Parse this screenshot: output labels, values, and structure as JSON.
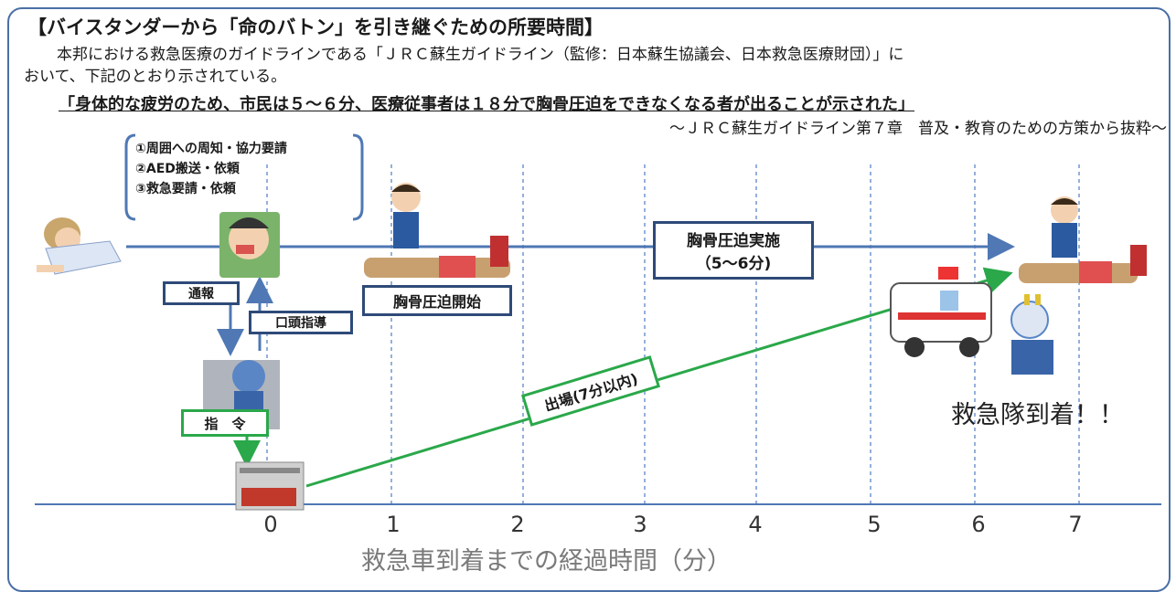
{
  "title": "【バイスタンダーから「命のバトン」を引き継ぐための所要時間】",
  "intro_line1": "本邦における救急医療のガイドラインである「ＪＲＣ蘇生ガイドライン（監修：日本蘇生協議会、日本救急医療財団）」に",
  "intro_line2": "おいて、下記のとおり示されている。",
  "quote": "「身体的な疲労のため、市民は５～６分、医療従事者は１８分で胸骨圧迫をできなくなる者が出ることが示された」",
  "source": "～ＪＲＣ蘇生ガイドライン第７章　普及・教育のための方策から抜粋～",
  "actions": [
    "①周囲への周知・協力要請",
    "②AED搬送・依頼",
    "③救急要請・依頼"
  ],
  "labels": {
    "report": "通報",
    "verbal_guidance": "口頭指導",
    "command": "指　令",
    "cpr_start": "胸骨圧迫開始",
    "cpr_perform_line1": "胸骨圧迫実施",
    "cpr_perform_line2": "（5～6分)",
    "dispatch": "出場(7分以内)",
    "arrival": "救急隊到着！！"
  },
  "axis": {
    "ticks": [
      "0",
      "1",
      "2",
      "3",
      "4",
      "5",
      "6",
      "7"
    ],
    "label": "救急車到着までの経過時間（分）"
  },
  "colors": {
    "frame": "#4a6fa5",
    "blue_arrow": "#4f78b4",
    "box_border": "#2e4a78",
    "green": "#2aa84a",
    "grid": "#5a86c6"
  }
}
